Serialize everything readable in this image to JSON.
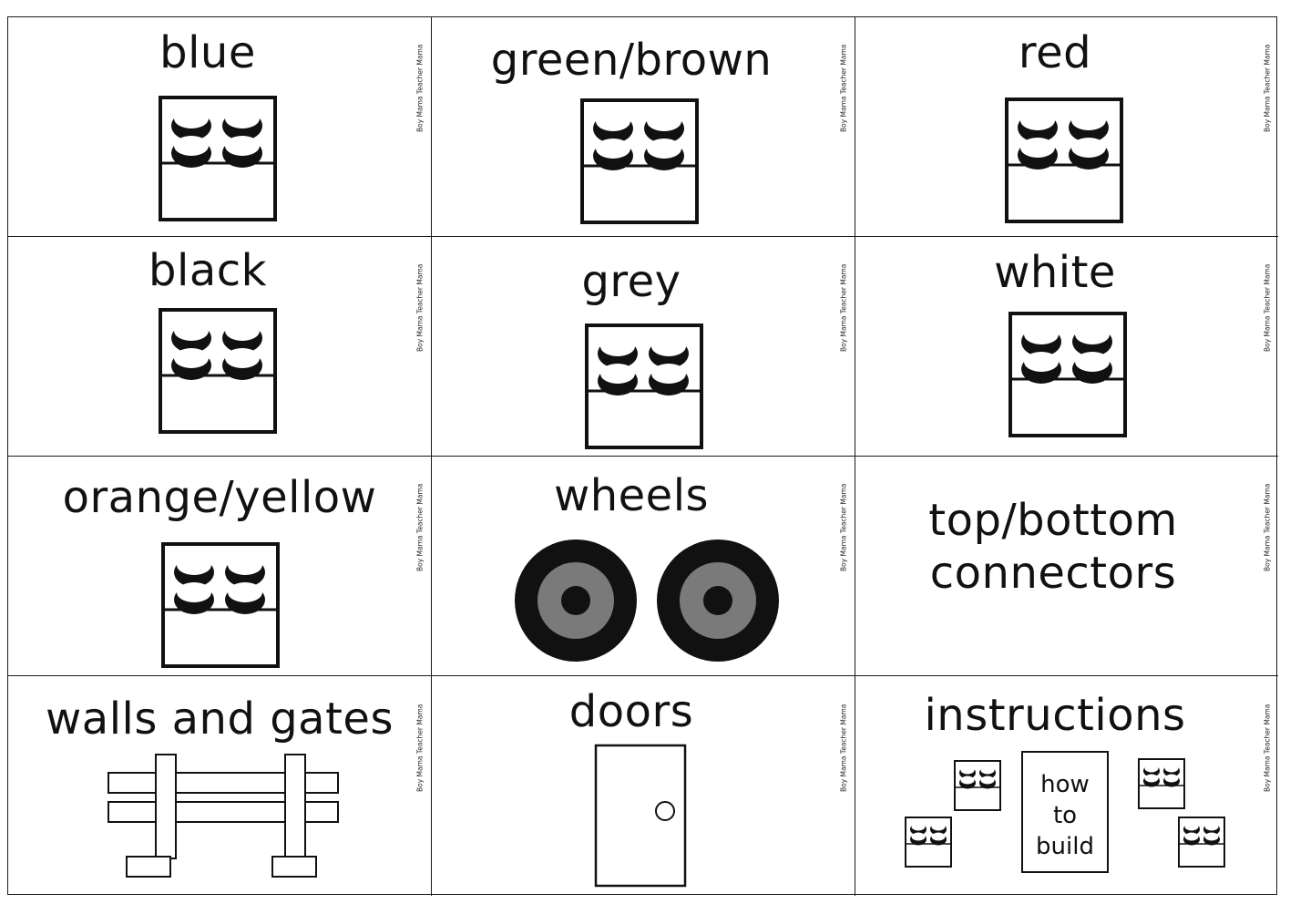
{
  "credit": "Boy Mama Teacher Mama",
  "cards": [
    {
      "label": "blue",
      "icon": "lego-brick-icon"
    },
    {
      "label": "green/brown",
      "icon": "lego-brick-icon"
    },
    {
      "label": "red",
      "icon": "lego-brick-icon"
    },
    {
      "label": "black",
      "icon": "lego-brick-icon"
    },
    {
      "label": "grey",
      "icon": "lego-brick-icon"
    },
    {
      "label": "white",
      "icon": "lego-brick-icon"
    },
    {
      "label": "orange/yellow",
      "icon": "lego-brick-icon"
    },
    {
      "label": "wheels",
      "icon": "wheels-icon"
    },
    {
      "label": "top/bottom connectors",
      "icon": ""
    },
    {
      "label": "walls and gates",
      "icon": "fence-icon"
    },
    {
      "label": "doors",
      "icon": "door-icon"
    },
    {
      "label": "instructions",
      "icon": "instructions-booklet-icon"
    }
  ],
  "instructions_booklet": {
    "line1": "how",
    "line2": "to",
    "line3": "build"
  },
  "colors": {
    "ink": "#111111",
    "wheel_tire": "#111111",
    "wheel_rim": "#7a7a7a",
    "paper": "#ffffff"
  }
}
